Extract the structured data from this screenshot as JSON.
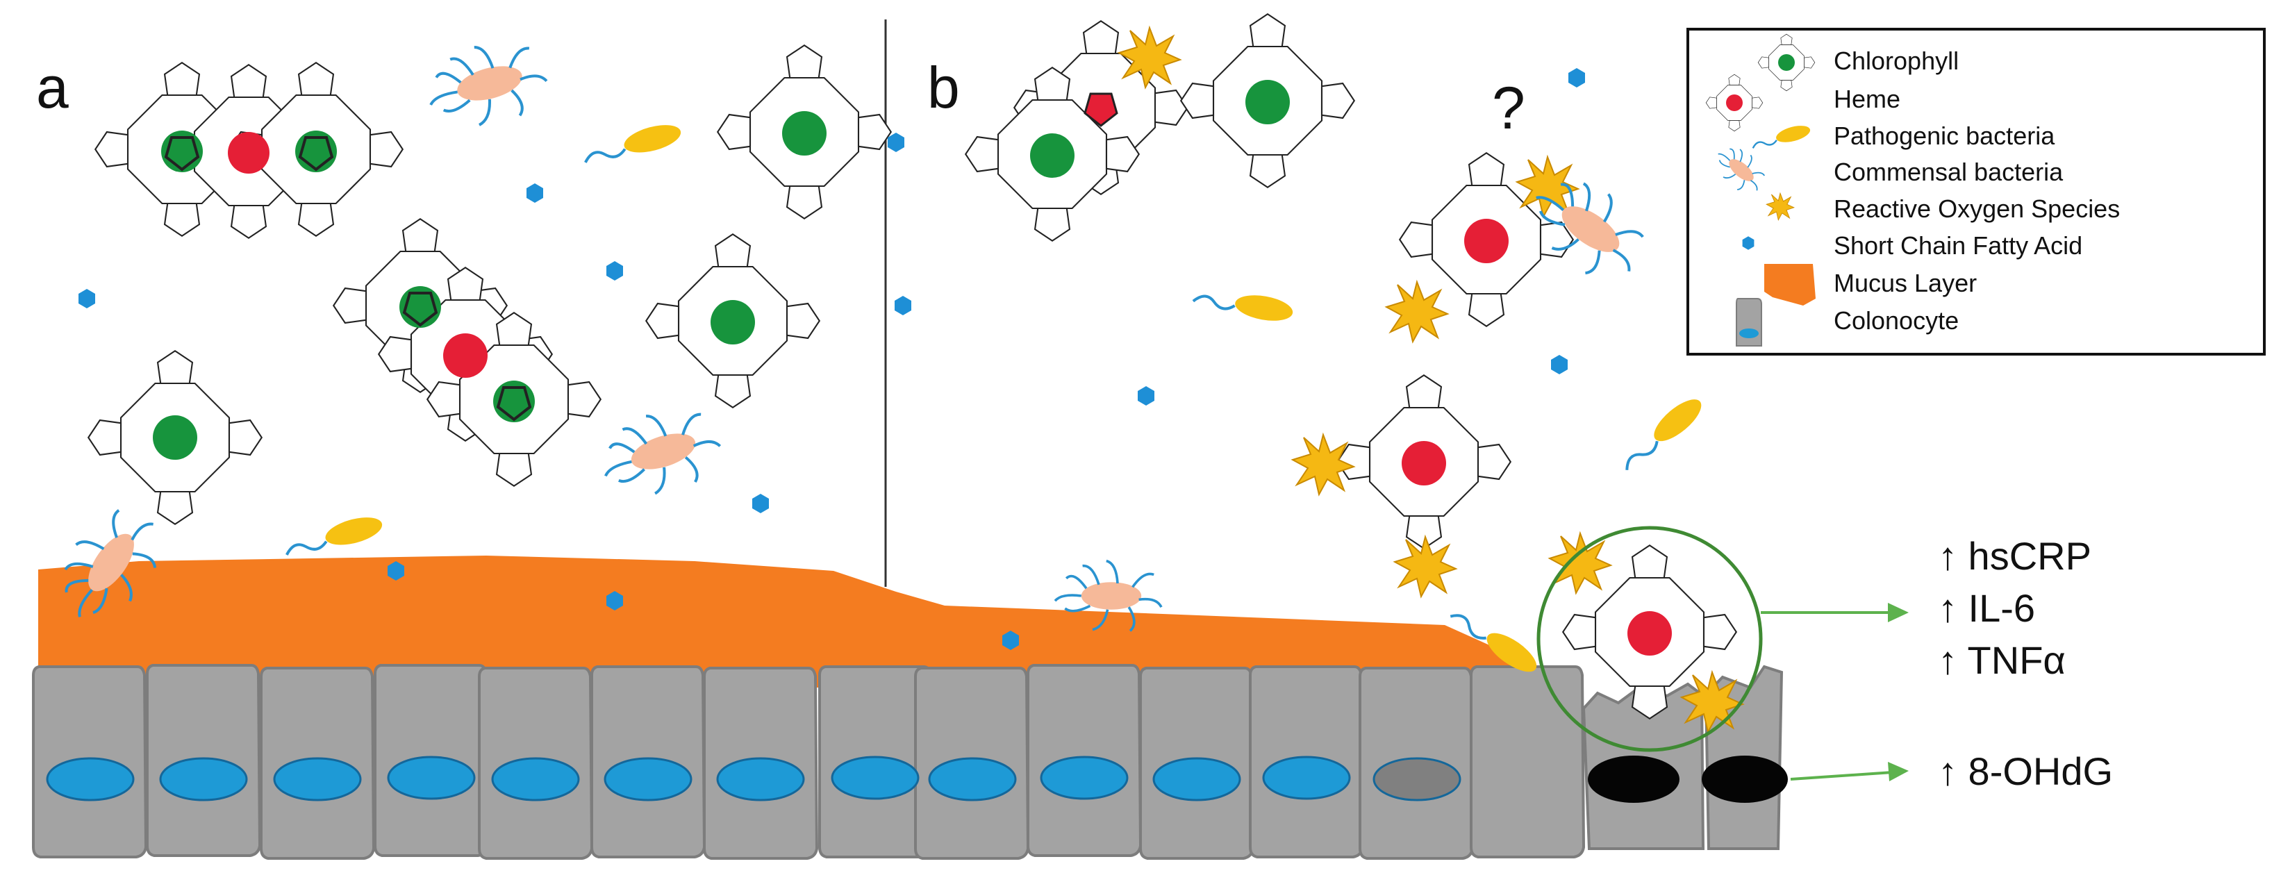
{
  "panels": {
    "a": "a",
    "b": "b"
  },
  "question_mark": "?",
  "legend": {
    "items": [
      {
        "icon": "chlorophyll-icon",
        "label": "Chlorophyll"
      },
      {
        "icon": "heme-icon",
        "label": "Heme"
      },
      {
        "icon": "pathogenic-bacteria-icon",
        "label": "Pathogenic bacteria"
      },
      {
        "icon": "commensal-bacteria-icon",
        "label": "Commensal bacteria"
      },
      {
        "icon": "ros-icon",
        "label": "Reactive Oxygen Species"
      },
      {
        "icon": "scfa-icon",
        "label": "Short Chain Fatty Acid"
      },
      {
        "icon": "mucus-icon",
        "label": "Mucus Layer"
      },
      {
        "icon": "colonocyte-icon",
        "label": "Colonocyte"
      }
    ]
  },
  "markers": {
    "hscrp": "↑ hsCRP",
    "il6": "↑ IL-6",
    "tnfa": "↑ TNFα",
    "ohdg": "↑ 8-OHdG"
  },
  "colors": {
    "chlorophyll": "#17943d",
    "heme": "#e51f36",
    "mucus": "#f47c20",
    "cell": "#a3a3a3",
    "nucleus": "#1e9ad6",
    "pathogen": "#f6c112",
    "commensal": "#f6b999",
    "scfa": "#1e8fd6",
    "ros": "#f5b813",
    "arrow": "#5db24d",
    "circle": "#3f8a33"
  }
}
